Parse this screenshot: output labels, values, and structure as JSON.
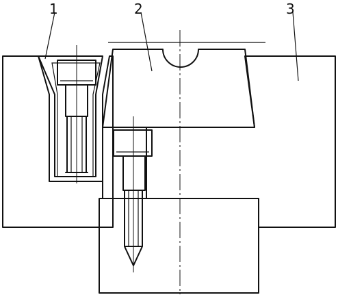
{
  "labels": {
    "part1": "1",
    "part2": "2",
    "part3": "3"
  },
  "colors": {
    "line": "#111111",
    "background": "#ffffff"
  }
}
